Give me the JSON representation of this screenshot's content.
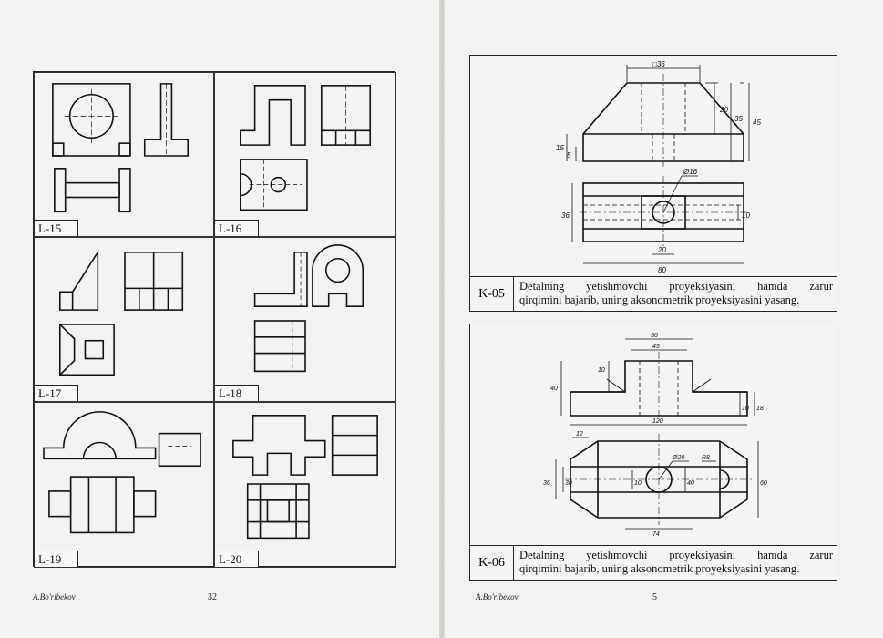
{
  "left_page": {
    "cells": [
      {
        "label": "L-15"
      },
      {
        "label": "L-16"
      },
      {
        "label": "L-17"
      },
      {
        "label": "L-18"
      },
      {
        "label": "L-19"
      },
      {
        "label": "L-20"
      }
    ],
    "author": "A.Bo'ribekov",
    "page_number": "32"
  },
  "right_page": {
    "tasks": [
      {
        "code": "K-05",
        "line1": "Detalning yetishmovchi proyeksiyasini hamda zarur",
        "line2": "qirqimini bajarib, uning aksonometrik proyeksiyasini yasang.",
        "dims": [
          "□36",
          "20",
          "35",
          "45",
          "15",
          "5",
          "Ø16",
          "36",
          "10",
          "20",
          "80"
        ]
      },
      {
        "code": "K-06",
        "line1": "Detalning yetishmovchi proyeksiyasini hamda zarur",
        "line2": "qirqimini bajarib, uning aksonometrik proyeksiyasini yasang.",
        "dims": [
          "50",
          "45",
          "10",
          "40",
          "10",
          "18",
          "120",
          "12",
          "Ø20",
          "R8",
          "36",
          "30",
          "10",
          "40",
          "60",
          "74"
        ]
      }
    ],
    "author": "A.Bo'ribekov",
    "page_number": "5"
  }
}
